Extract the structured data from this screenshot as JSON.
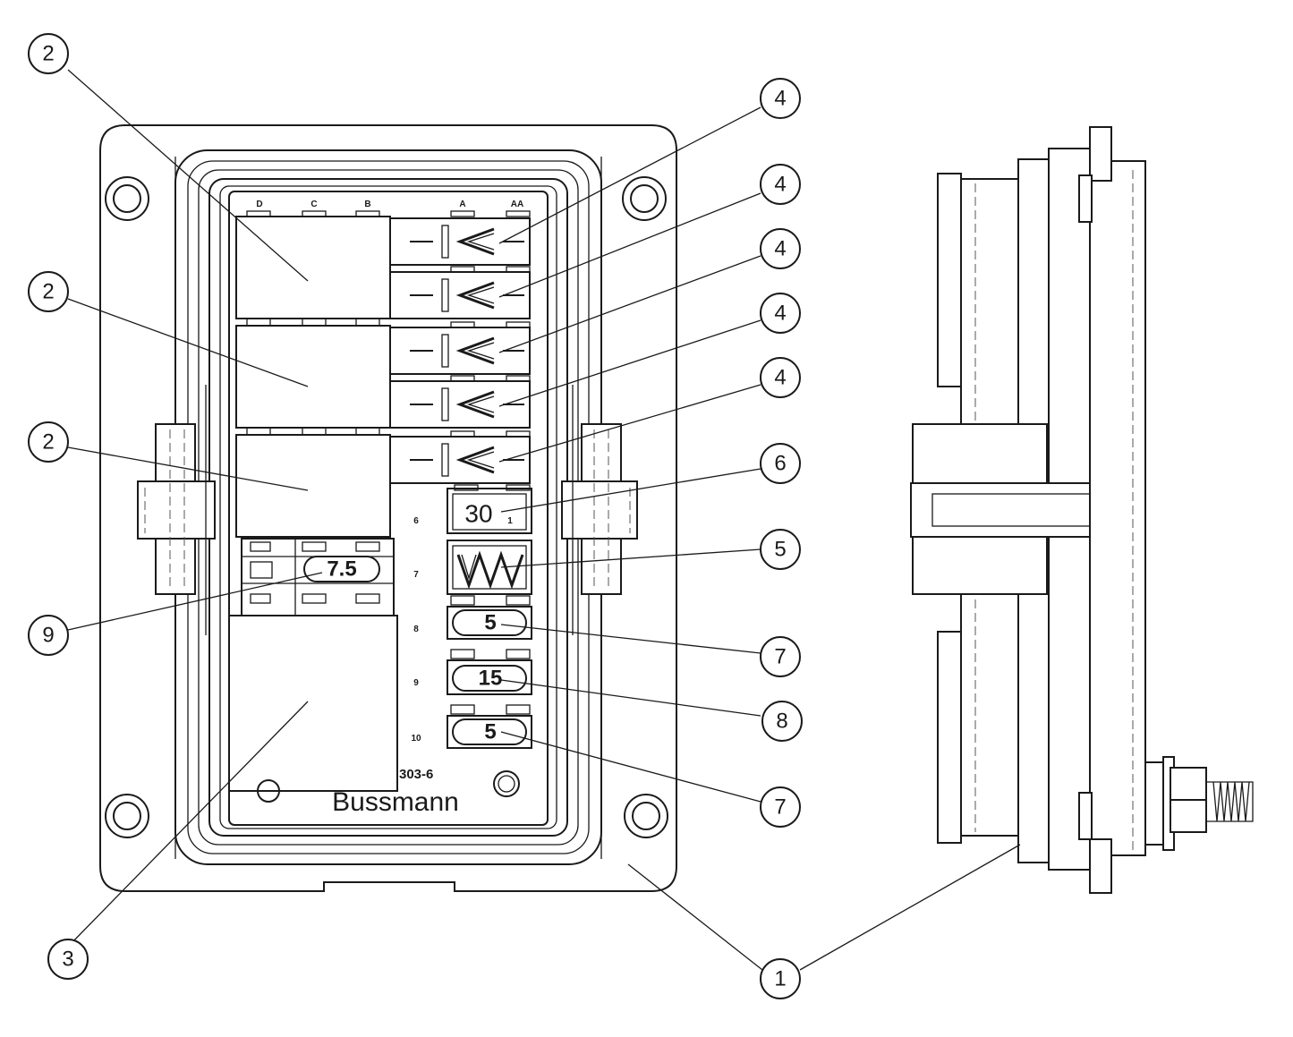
{
  "diagram": {
    "brand": "Bussmann",
    "part_number_partial": "303-6",
    "column_labels": [
      "D",
      "C",
      "B",
      "A",
      "AA"
    ],
    "position_numbers": [
      "6",
      "7",
      "8",
      "9",
      "10",
      "1"
    ],
    "fuse_values": {
      "large_cb": "30",
      "mini_fuse": "7.5",
      "fuse_8": "5",
      "fuse_9": "15",
      "fuse_10": "5"
    },
    "callouts": [
      "2",
      "2",
      "2",
      "3",
      "9",
      "4",
      "4",
      "4",
      "4",
      "4",
      "6",
      "5",
      "7",
      "8",
      "7",
      "1"
    ]
  }
}
